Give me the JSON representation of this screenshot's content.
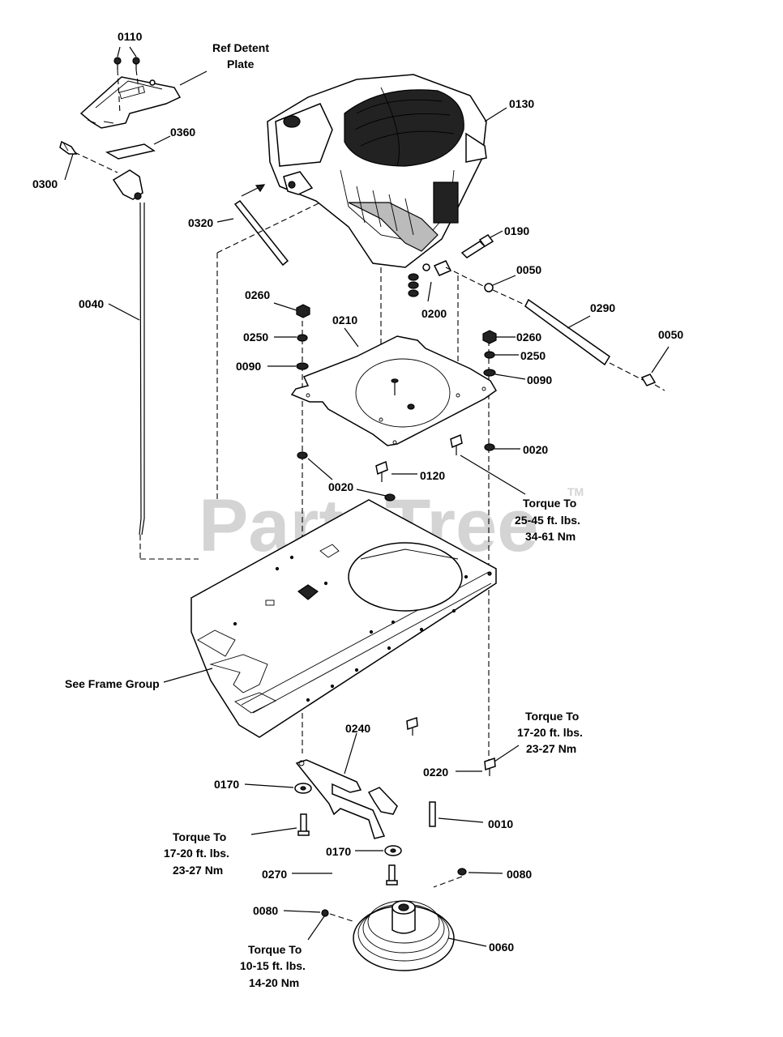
{
  "watermark": {
    "text": "PartsTree",
    "tm": "TM"
  },
  "callouts": {
    "c0110": "0110",
    "ref_detent_1": "Ref Detent",
    "ref_detent_2": "Plate",
    "c0360": "0360",
    "c0300": "0300",
    "c0130": "0130",
    "c0320": "0320",
    "c0190": "0190",
    "c0050_a": "0050",
    "c0200": "0200",
    "c0290": "0290",
    "c0050_b": "0050",
    "c0040": "0040",
    "c0260_a": "0260",
    "c0210": "0210",
    "c0250_a": "0250",
    "c0090_a": "0090",
    "c0260_b": "0260",
    "c0250_b": "0250",
    "c0090_b": "0090",
    "c0020_a": "0020",
    "c0120": "0120",
    "c0020_b": "0020",
    "torque_a_1": "Torque To",
    "torque_a_2": "25-45 ft. lbs.",
    "torque_a_3": "34-61 Nm",
    "see_frame": "See Frame Group",
    "torque_b_1": "Torque To",
    "torque_b_2": "17-20 ft. lbs.",
    "torque_b_3": "23-27 Nm",
    "c0240": "0240",
    "c0220": "0220",
    "c0170_a": "0170",
    "c0010": "0010",
    "torque_c_1": "Torque To",
    "torque_c_2": "17-20 ft. lbs.",
    "torque_c_3": "23-27 Nm",
    "c0170_b": "0170",
    "c0270": "0270",
    "c0080_a": "0080",
    "c0080_b": "0080",
    "c0060": "0060",
    "torque_d_1": "Torque To",
    "torque_d_2": "10-15 ft. lbs.",
    "torque_d_3": "14-20 Nm"
  }
}
